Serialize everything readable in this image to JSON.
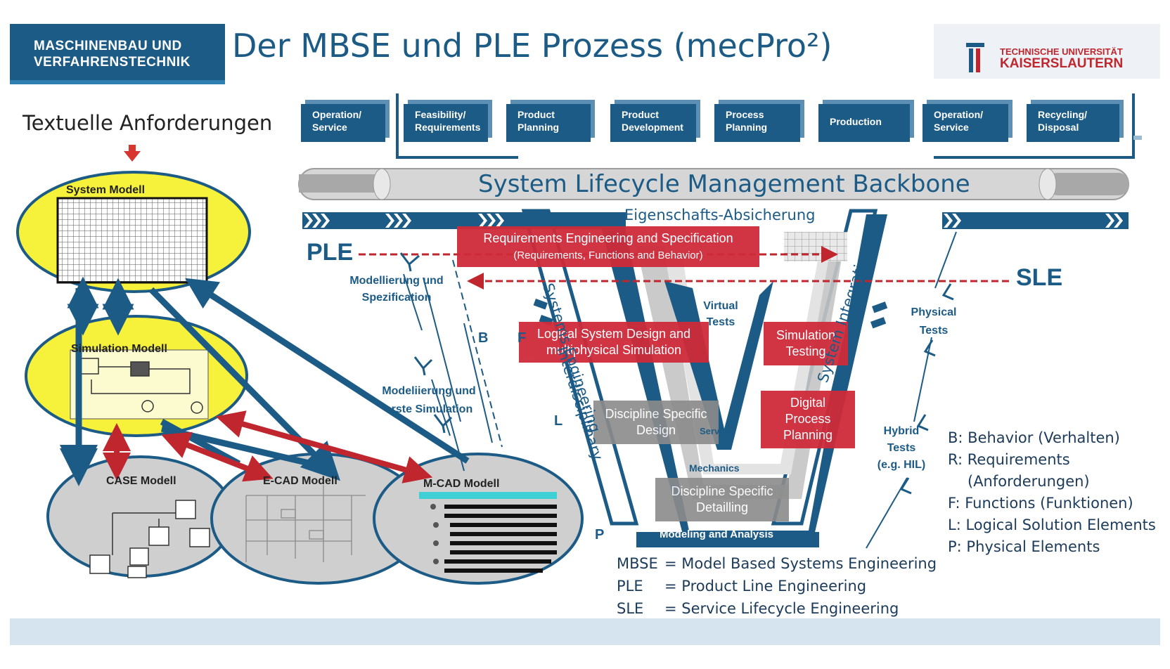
{
  "header": {
    "org_line1": "MASCHINENBAU UND",
    "org_line2": "VERFAHRENSTECHNIK",
    "title": "Der MBSE und PLE Prozess (mecPro²)",
    "logo_line1": "TECHNISCHE UNIVERSITÄT",
    "logo_line2": "KAISERSLAUTERN"
  },
  "left": {
    "textual_requirements": "Textuelle Anforderungen",
    "system_model": "System Modell",
    "simulation_model": "Simulation Modell",
    "case_model": "CASE Modell",
    "ecad_model": "E-CAD Modell",
    "mcad_model": "M-CAD Modell"
  },
  "phases": [
    {
      "line1": "Operation/",
      "line2": "Service"
    },
    {
      "line1": "Feasibility/",
      "line2": "Requirements"
    },
    {
      "line1": "Product",
      "line2": "Planning"
    },
    {
      "line1": "Product",
      "line2": "Development"
    },
    {
      "line1": "Process",
      "line2": "Planning"
    },
    {
      "line1": "Production",
      "line2": ""
    },
    {
      "line1": "Operation/",
      "line2": "Service"
    },
    {
      "line1": "Recycling/",
      "line2": "Disposal"
    }
  ],
  "backbone": "System Lifecycle Management Backbone",
  "vmodel": {
    "eigenschafts": "Eigenschafts-Absicherung",
    "req_eng_line1": "Requirements Engineering and Specification",
    "req_eng_line2": "(Requirements, Functions and Behavior)",
    "logical_line1": "Logical System Design and",
    "logical_line2": "multiphysical Simulation",
    "sim_testing_line1": "Simulation",
    "sim_testing_line2": "Testing",
    "digital_line1": "Digital",
    "digital_line2": "Process",
    "digital_line3": "Planning",
    "disc_design_line1": "Discipline Specific",
    "disc_design_line2": "Design",
    "disc_detail_line1": "Discipline Specific",
    "disc_detail_line2": "Detailling",
    "virtual_tests_line1": "Virtual",
    "virtual_tests_line2": "Tests",
    "mechanics": "Mechanics",
    "service": "Service",
    "modeling_analysis": "Modeling and Analysis",
    "interdisciplinary": "Interdisciplinary",
    "systems_engineering": "Systems Engineering",
    "system_integration": "System Integration"
  },
  "labels": {
    "ple": "PLE",
    "sle": "SLE",
    "modellierung_line1": "Modellierung und",
    "modellierung_line2": "Spezification",
    "modelierung2_line1": "Modeliierung und",
    "modelierung2_line2": "erste Simulation",
    "physical_tests_line1": "Physical",
    "physical_tests_line2": "Tests",
    "hybrid_line1": "Hybrid",
    "hybrid_line2": "Tests",
    "hybrid_line3": "(e.g. HIL)",
    "letter_b": "B",
    "letter_f": "F",
    "letter_l": "L",
    "letter_p": "P"
  },
  "legend": [
    "B: Behavior (Verhalten)",
    "R: Requirements",
    "(Anforderungen)",
    "F: Functions (Funktionen)",
    "L: Logical Solution Elements",
    "P: Physical Elements"
  ],
  "abbreviations": [
    {
      "abbr": "MBSE",
      "text": "= Model Based Systems Engineering"
    },
    {
      "abbr": "PLE",
      "text": "= Product Line Engineering"
    },
    {
      "abbr": "SLE",
      "text": "= Service Lifecycle Engineering"
    }
  ],
  "colors": {
    "primary_blue": "#1c5b86",
    "accent_red": "#cf2b3a",
    "model_yellow": "#f6f13a",
    "model_grey": "#cfcfcf"
  }
}
